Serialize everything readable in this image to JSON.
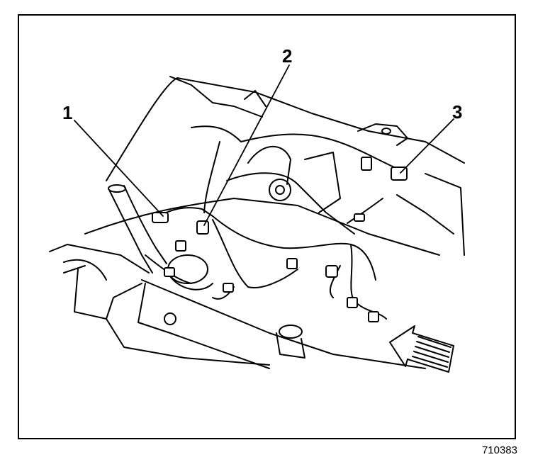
{
  "callouts": [
    {
      "label": "1"
    },
    {
      "label": "2"
    },
    {
      "label": "3"
    }
  ],
  "figure_id": "710383",
  "colors": {
    "line": "#000000",
    "background": "#ffffff"
  }
}
